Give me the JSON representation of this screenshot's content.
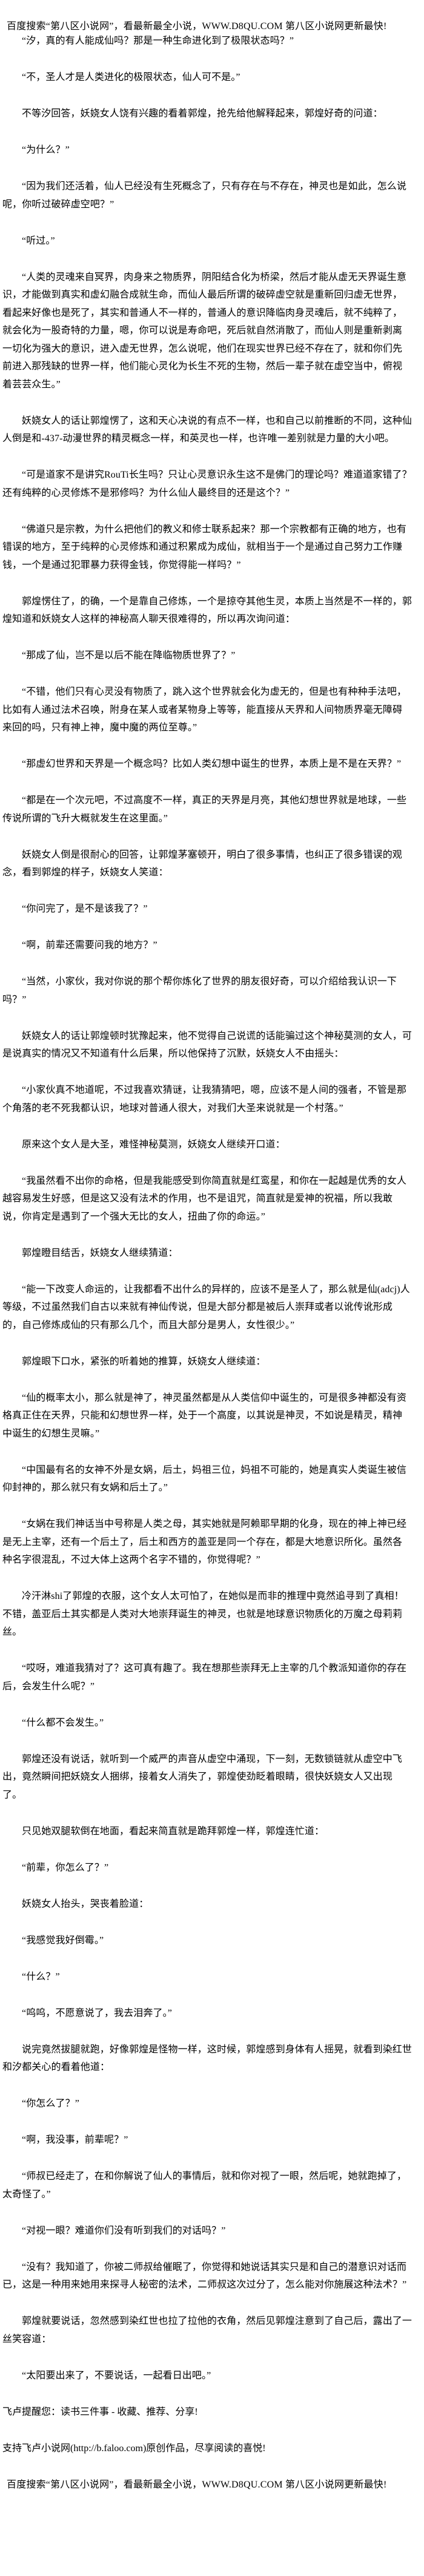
{
  "banner": {
    "text": "百度搜索“第八区小说网”，看最新最全小说，WWW.D8QU.COM  第八区小说网更新最快!"
  },
  "paragraphs": [
    "“汐，真的有人能成仙吗？那是一种生命进化到了极限状态吗？”",
    "“不，圣人才是人类进化的极限状态，仙人可不是。”",
    "不等汐回答，妖娆女人饶有兴趣的看着郭煌，抢先给他解释起来，郭煌好奇的问道：",
    "“为什么？”",
    "“因为我们还活着，仙人已经没有生死概念了，只有存在与不存在，神灵也是如此，怎么说呢，你听过破碎虚空吧？”",
    "“听过。”",
    "“人类的灵魂来自冥界，肉身来之物质界，阴阳结合化为桥梁，然后才能从虚无天界诞生意识，才能做到真实和虚幻融合成就生命，而仙人最后所谓的破碎虚空就是重新回归虚无世界，看起来好像也是死了，其实和普通人不一样的，普通人的意识降临肉身灵魂后，就不纯粹了，就会化为一股奇特的力量，嗯，你可以说是寿命吧，死后就自然消散了，而仙人则是重新剥离一切化为强大的意识，进入虚无世界，怎么说呢，他们在现实世界已经不存在了，就和你们先前进入那残缺的世界一样，他们能心灵化为长生不死的生物，然后一辈子就在虚空当中，俯视着芸芸众生。”",
    "妖娆女人的话让郭煌愣了，这和天心决说的有点不一样，也和自己以前推断的不同，这种仙人倒是和-437-动漫世界的精灵概念一样，和英灵也一样，也许唯一差别就是力量的大小吧。",
    "“可是道家不是讲究RouTi长生吗？只让心灵意识永生这不是佛门的理论吗？难道道家错了？还有纯粹的心灵修炼不是邪修吗？为什么仙人最终目的还是这个？”",
    "“佛道只是宗教，为什么把他们的教义和修士联系起来？那一个宗教都有正确的地方，也有错误的地方，至于纯粹的心灵修炼和通过积累成为成仙，就相当于一个是通过自己努力工作赚钱，一个是通过犯罪暴力获得金钱，你觉得能一样吗？”",
    "郭煌愣住了，的确，一个是靠自己修炼，一个是掠夺其他生灵，本质上当然是不一样的，郭煌知道和妖娆女人这样的神秘高人聊天很难得的，所以再次询问道：",
    "“那成了仙，岂不是以后不能在降临物质世界了？”",
    "“不错，他们只有心灵没有物质了，跳入这个世界就会化为虚无的，但是也有种种手法吧，比如有人通过法术召唤，附身在某人或者某物身上等等，能直接从天界和人间物质界毫无障碍来回的吗，只有神上神，魔中魔的两位至尊。”",
    "“那虚幻世界和天界是一个概念吗？比如人类幻想中诞生的世界，本质上是不是在天界？”",
    "“都是在一个次元吧，不过高度不一样，真正的天界是月亮，其他幻想世界就是地球，一些传说所谓的飞升大概就发生在这里面。”",
    "妖娆女人倒是很耐心的回答，让郭煌茅塞顿开，明白了很多事情，也纠正了很多错误的观念，看到郭煌的样子，妖娆女人笑道：",
    "“你问完了，是不是该我了？”",
    "“啊，前辈还需要问我的地方？”",
    "“当然，小家伙，我对你说的那个帮你炼化了世界的朋友很好奇，可以介绍给我认识一下吗？”",
    "妖娆女人的话让郭煌顿时犹豫起来，他不觉得自己说谎的话能骗过这个神秘莫测的女人，可是说真实的情况又不知道有什么后果，所以他保持了沉默，妖娆女人不由摇头：",
    "“小家伙真不地道呢，不过我喜欢猜谜，让我猜猜吧，嗯，应该不是人间的强者，不管是那个角落的老不死我都认识，地球对普通人很大，对我们大圣来说就是一个村落。”",
    "原来这个女人是大圣，难怪神秘莫测，妖娆女人继续开口道：",
    "“我虽然看不出你的命格，但是我能感受到你简直就是红鸾星，和你在一起越是优秀的女人越容易发生好感，但是这又没有法术的作用，也不是诅咒，简直就是爱神的祝福，所以我敢说，你肯定是遇到了一个强大无比的女人，扭曲了你的命运。”",
    "郭煌瞪目结舌，妖娆女人继续猜道：",
    "“能一下改变人命运的，让我都看不出什么的异样的，应该不是圣人了，那么就是仙(adcj)人等级，不过虽然我们自古以来就有神仙传说，但是大部分都是被后人崇拜或者以讹传讹形成的，自己修炼成仙的只有那么几个，而且大部分是男人，女性很少。”",
    "郭煌眼下口水，紧张的听着她的推算，妖娆女人继续道：",
    "“仙的概率太小，那么就是神了，神灵虽然都是从人类信仰中诞生的，可是很多神都没有资格真正住在天界，只能和幻想世界一样，处于一个高度，以其说是神灵，不如说是精灵，精神中诞生的幻想生灵嘛。”",
    "“中国最有名的女神不外是女娲，后土，妈祖三位，妈祖不可能的，她是真实人类诞生被信仰封神的，那么就只有女娲和后土了。”",
    "“女娲在我们神话当中号称是人类之母，其实她就是阿赖耶早期的化身，现在的神上神已经是无上主宰，还有一个后土了，后土和西方的盖亚是同一个存在，都是大地意识所化。虽然各种名字很混乱，不过大体上这两个名字不错的，你觉得呢？”",
    "冷汗淋shi了郭煌的衣服，这个女人太可怕了，在她似是而非的推理中竟然追寻到了真相！不错，盖亚后土其实都是人类对大地崇拜诞生的神灵，也就是地球意识物质化的万魔之母莉莉丝。",
    "“哎呀，难道我猜对了？这可真有趣了。我在想那些崇拜无上主宰的几个教派知道你的存在后，会发生什么呢？”",
    "“什么都不会发生。”",
    "郭煌还没有说话，就听到一个威严的声音从虚空中涌现，下一刻，无数锁链就从虚空中飞出，竟然瞬间把妖娆女人捆绑，接着女人消失了，郭煌使劲眨着眼睛，很快妖娆女人又出现了。",
    "只见她双腿软倒在地面，看起来简直就是跪拜郭煌一样，郭煌连忙道：",
    "“前辈，你怎么了？”",
    "妖娆女人抬头，哭丧着脸道：",
    "“我感觉我好倒霉。”",
    "“什么？”",
    "“呜呜，不愿意说了，我去泪奔了。”",
    "说完竟然拔腿就跑，好像郭煌是怪物一样，这时候，郭煌感到身体有人摇晃，就看到染红世和汐都关心的看着他道：",
    "“你怎么了？”",
    "“啊，我没事，前辈呢？”",
    "“师叔已经走了，在和你解说了仙人的事情后，就和你对视了一眼，然后呢，她就跑掉了，太奇怪了。”",
    "“对视一眼？难道你们没有听到我们的对话吗？”",
    "“没有？我知道了，你被二师叔给催眠了，你觉得和她说话其实只是和自己的潜意识对话而已，这是一种用来她用来探寻人秘密的法术，二师叔这次过分了，怎么能对你施展这种法术？”",
    "郭煌就要说话，忽然感到染红世也拉了拉他的衣角，然后见郭煌注意到了自己后，露出了一丝笑容道：",
    "“太阳要出来了，不要说话，一起看日出吧。”"
  ],
  "footer": {
    "reminder": "飞卢提醒您：读书三件事 - 收藏、推荐、分享!",
    "support": "支持飞卢小说网(http://b.faloo.com)原创作品，尽享阅读的喜悦!",
    "banner": "百度搜索“第八区小说网”，看最新最全小说，WWW.D8QU.COM  第八区小说网更新最快!"
  }
}
